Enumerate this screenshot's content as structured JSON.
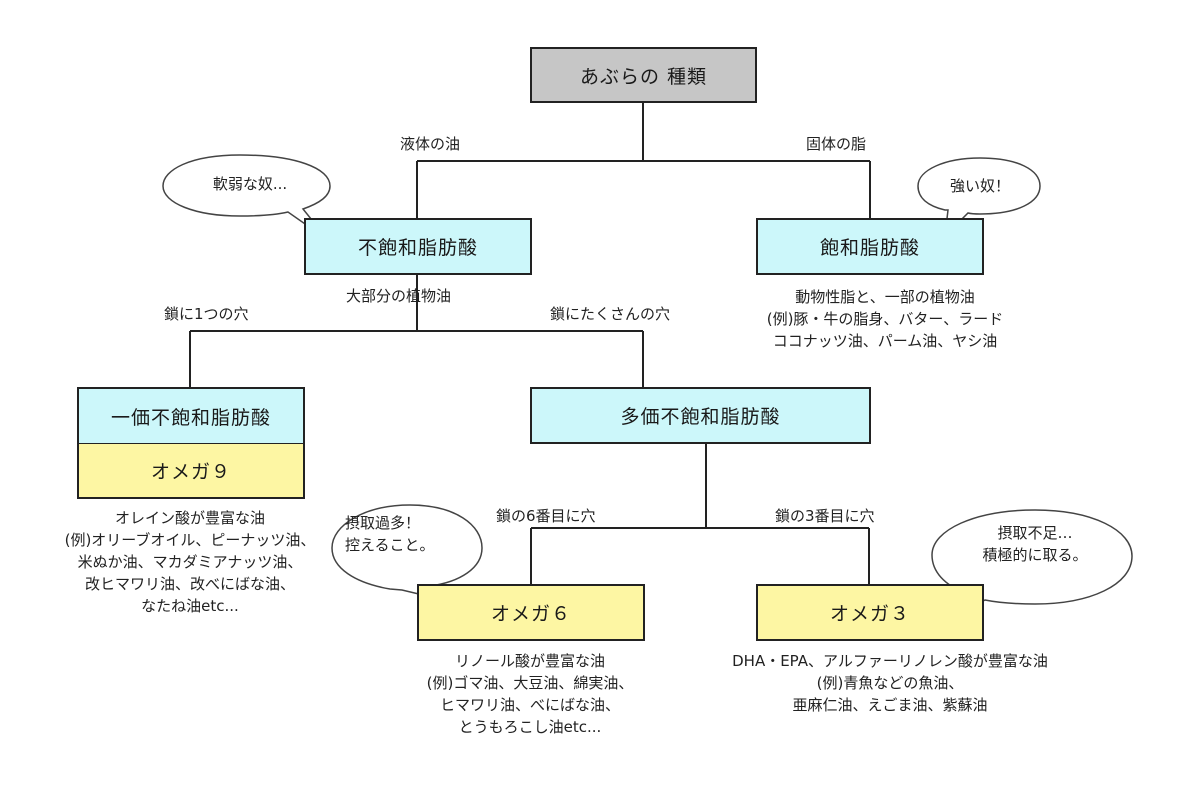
{
  "root": {
    "title": "あぶらの 種類"
  },
  "branches": {
    "liquid": "液体の油",
    "solid": "固体の脂"
  },
  "unsaturated": {
    "title": "不飽和脂肪酸",
    "bubble": "軟弱な奴...",
    "subtitle": "大部分の植物油",
    "branch_one": "鎖に1つの穴",
    "branch_many": "鎖にたくさんの穴"
  },
  "saturated": {
    "title": "飽和脂肪酸",
    "bubble": "強い奴！",
    "desc": [
      "動物性脂と、一部の植物油",
      "(例)豚・牛の脂身、バター、ラード",
      "ココナッツ油、パーム油、ヤシ油"
    ]
  },
  "mono": {
    "title": "一価不飽和脂肪酸",
    "omega": "オメガ９",
    "desc": [
      "オレイン酸が豊富な油",
      "(例)オリーブオイル、ピーナッツ油、",
      "米ぬか油、マカダミアナッツ油、",
      "改ヒマワリ油、改べにばな油、",
      "なたね油etc..."
    ]
  },
  "poly": {
    "title": "多価不飽和脂肪酸",
    "branch_6": "鎖の6番目に穴",
    "branch_3": "鎖の3番目に穴"
  },
  "omega6": {
    "title": "オメガ６",
    "bubble": [
      "摂取過多！",
      "控えること。"
    ],
    "desc": [
      "リノール酸が豊富な油",
      "(例)ゴマ油、大豆油、綿実油、",
      "ヒマワリ油、べにばな油、",
      "とうもろこし油etc..."
    ]
  },
  "omega3": {
    "title": "オメガ３",
    "bubble": [
      "摂取不足…",
      "積極的に取る。"
    ],
    "desc": [
      "DHA・EPA、アルファーリノレン酸が豊富な油",
      "(例)青魚などの魚油、",
      "亜麻仁油、えごま油、紫蘇油"
    ]
  },
  "colors": {
    "root_fill": "#c6c6c6",
    "acid_fill": "#ccf7fa",
    "omega_fill": "#fdf6a3",
    "line": "#222222"
  }
}
